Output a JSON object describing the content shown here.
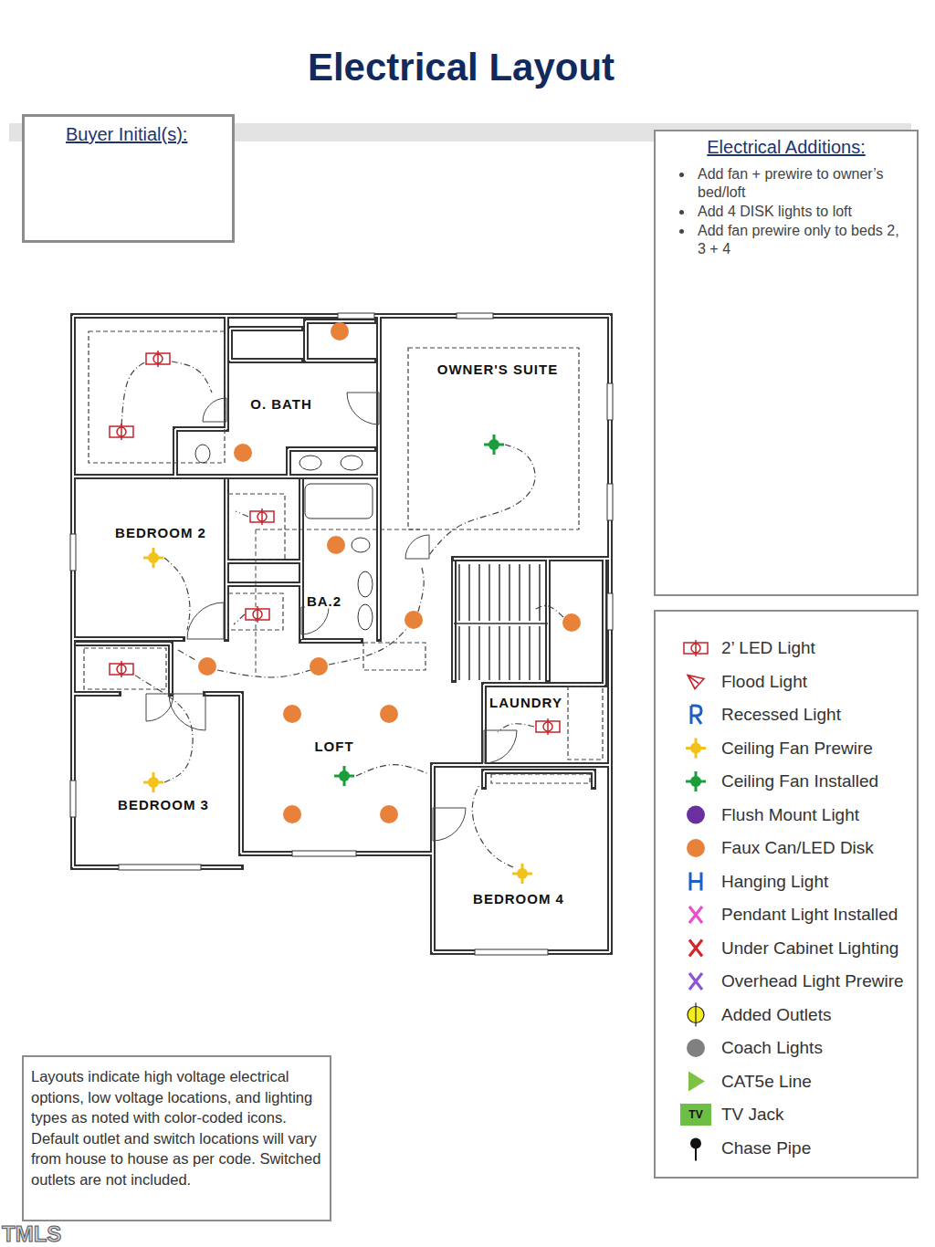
{
  "diagram": {
    "title": "Electrical Layout",
    "nodes": [
      {
        "text": [
          "Buyer Initial(s):"
        ]
      },
      {
        "text": [
          "Electrical Additions:",
          "Add fan + prewire to owner’s bed/loft",
          "Add 4 DISK lights to loft",
          "Add fan prewire only to beds 2, 3 + 4"
        ]
      },
      {
        "text": [
          "Layouts indicate high voltage electrical options, low voltage locations, and lighting types as noted with color-coded icons. Default outlet and switch locations will vary from house to house as per code. Switched outlets are not included."
        ]
      }
    ],
    "labels": [
      "OWNER'S SUITE",
      "O. BATH",
      "BEDROOM 2",
      "BA.2",
      "LAUNDRY",
      "LOFT",
      "BEDROOM 3",
      "BEDROOM 4",
      "TV",
      "TMLS"
    ],
    "legend": [
      {
        "text": "2’ LED Light"
      },
      {
        "text": "Flood Light"
      },
      {
        "text": "Recessed Light"
      },
      {
        "text": "Ceiling Fan Prewire"
      },
      {
        "text": "Ceiling Fan Installed"
      },
      {
        "text": "Flush Mount Light",
        "color": "#6b2fa0"
      },
      {
        "text": "Faux Can/LED Disk",
        "color": "#e8823a"
      },
      {
        "text": "Hanging Light"
      },
      {
        "text": "Pendant Light Installed"
      },
      {
        "text": "Under Cabinet Lighting"
      },
      {
        "text": "Overhead Light Prewire"
      },
      {
        "text": "Added Outlets"
      },
      {
        "text": "Coach Lights",
        "color": "#808080"
      },
      {
        "text": "CAT5e Line"
      },
      {
        "text": "TV Jack"
      },
      {
        "text": "Chase Pipe"
      }
    ]
  }
}
